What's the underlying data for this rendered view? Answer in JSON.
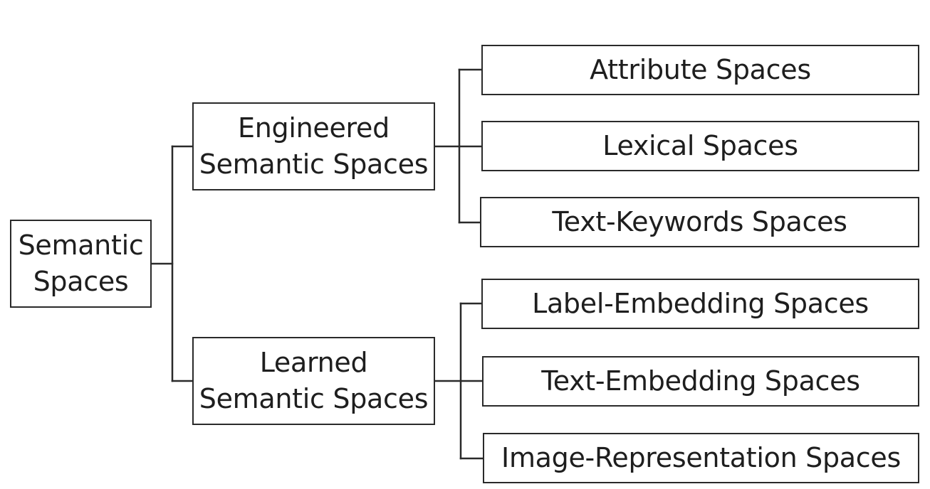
{
  "diagram": {
    "root": {
      "lines": [
        "Semantic",
        "Spaces"
      ]
    },
    "branches": [
      {
        "lines": [
          "Engineered",
          "Semantic Spaces"
        ],
        "children": [
          "Attribute Spaces",
          "Lexical Spaces",
          "Text-Keywords Spaces"
        ]
      },
      {
        "lines": [
          "Learned",
          "Semantic Spaces"
        ],
        "children": [
          "Label-Embedding Spaces",
          "Text-Embedding Spaces",
          "Image-Representation Spaces"
        ]
      }
    ]
  }
}
